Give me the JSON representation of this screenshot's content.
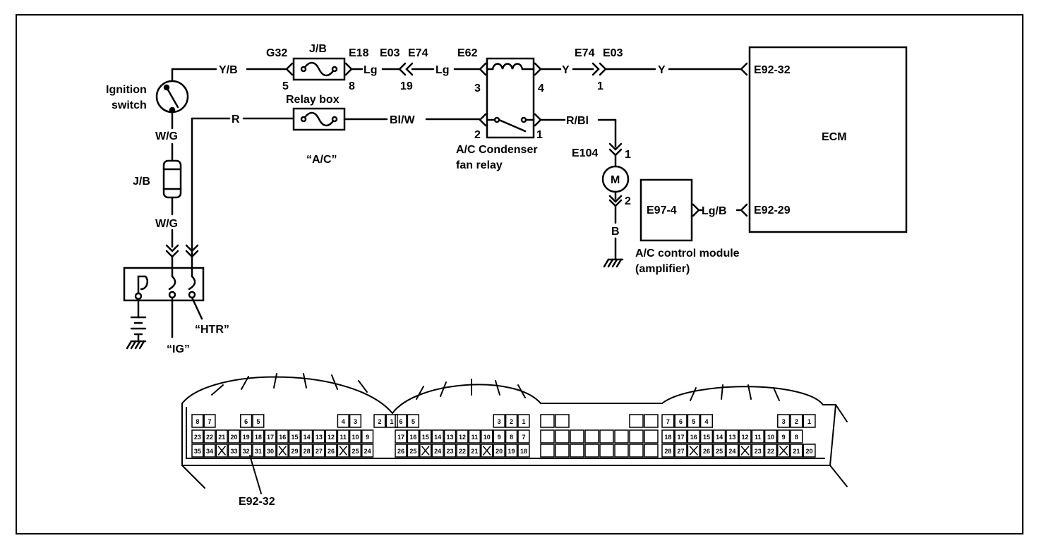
{
  "wire_colors": {
    "yb": "Y/B",
    "lg1": "Lg",
    "lg2": "Lg",
    "y1": "Y",
    "y2": "Y",
    "r": "R",
    "blw": "Bl/W",
    "rbl": "R/Bl",
    "wg1": "W/G",
    "wg2": "W/G",
    "b": "B",
    "lgb": "Lg/B"
  },
  "connectors": {
    "g32": "G32",
    "jb_top": "J/B",
    "e18": "E18",
    "e03_top": "E03",
    "e74_top": "E74",
    "e62": "E62",
    "e74_right": "E74",
    "e03_right": "E03",
    "e92_32": "E92-32",
    "e92_29": "E92-29",
    "e97_4": "E97-4",
    "e104": "E104",
    "jb_left": "J/B"
  },
  "pins": {
    "p5": "5",
    "p8": "8",
    "p19": "19",
    "p3": "3",
    "p4": "4",
    "p1": "1",
    "p2_relay": "2",
    "p1_relay": "1",
    "p1_motor": "1",
    "p2_motor": "2"
  },
  "components": {
    "ignition_switch": [
      "Ignition",
      "switch"
    ],
    "relay_box": "Relay box",
    "ac_fuse": "“A/C”",
    "condenser_relay": [
      "A/C Condenser",
      "fan relay"
    ],
    "motor": "M",
    "ecm": "ECM",
    "ac_module": [
      "A/C control module",
      "(amplifier)"
    ],
    "htr": "“HTR”",
    "ig": "“IG”"
  },
  "ecm_connector": {
    "callout": "E92-32",
    "block1": {
      "row1": [
        "8",
        "7",
        "",
        "",
        "6",
        "5",
        "",
        "",
        "",
        "",
        "",
        "",
        "4",
        "3",
        "",
        "2",
        "1"
      ],
      "row2": [
        "23",
        "22",
        "21",
        "20",
        "19",
        "18",
        "17",
        "16",
        "15",
        "14",
        "13",
        "12",
        "11",
        "10",
        "9"
      ],
      "row3": [
        "35",
        "34",
        "",
        "33",
        "32",
        "31",
        "30",
        "",
        "29",
        "28",
        "27",
        "26",
        "",
        "25",
        "24"
      ]
    },
    "block2": {
      "row1": [
        "6",
        "5",
        "",
        "",
        "",
        "",
        "",
        "",
        "3",
        "2",
        "1"
      ],
      "row2": [
        "17",
        "16",
        "15",
        "14",
        "13",
        "12",
        "11",
        "10",
        "9",
        "8",
        "7"
      ],
      "row3": [
        "26",
        "25",
        "",
        "24",
        "23",
        "22",
        "21",
        "",
        "20",
        "19",
        "18"
      ]
    },
    "block3": {
      "row1": [
        "7",
        "6",
        "5",
        "4",
        "",
        "",
        "",
        "",
        "",
        "3",
        "2",
        "1"
      ],
      "row2": [
        "18",
        "17",
        "16",
        "15",
        "14",
        "13",
        "12",
        "11",
        "10",
        "9",
        "8"
      ],
      "row3": [
        "28",
        "27",
        "",
        "26",
        "25",
        "24",
        "",
        "23",
        "22",
        "",
        "21",
        "20"
      ]
    }
  }
}
